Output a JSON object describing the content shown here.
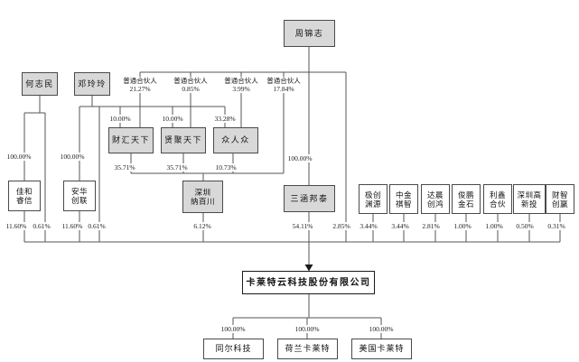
{
  "diagram": {
    "kind": "equity-structure-chart",
    "company": "卡莱特云科技股份有限公司",
    "line_color": "#555555",
    "node_fill_gray": "#d8d8d8",
    "node_fill_white": "#ffffff"
  },
  "boxes": {
    "zhou": "周锦志",
    "he": "何志民",
    "deng": "邓玲玲",
    "caihui": "财汇天下",
    "xianju": "贤聚天下",
    "zhongren": "众人众",
    "jiahe": "佳和\n睿信",
    "anhua": "安华\n创联",
    "nabaichuan": "深圳\n纳百川",
    "sanhan": "三涵邦泰",
    "jichuang": "极创\n渊源",
    "zhongjin": "中金\n祺智",
    "dachen": "达晨\n创鸿",
    "junpeng": "俊鹏\n金石",
    "lixin": "利鑫\n合伙",
    "gaoxin": "深圳高\n新投",
    "caizhi": "财智\n创赢",
    "company": "卡莱特云科技股份有限公司",
    "tonger": "同尔科技",
    "helan": "荷兰卡莱特",
    "meiguo": "美国卡莱特"
  },
  "edge_labels": {
    "gp_caihui": "普通合伙人\n21.27%",
    "gp_xianju": "普通合伙人\n0.85%",
    "gp_zhongren": "普通合伙人\n3.99%",
    "gp_nabaichuan": "普通合伙人\n17.84%",
    "deng_caihui": "10.00%",
    "deng_xianju": "10.00%",
    "deng_zhongren": "33.28%",
    "he_jiahe": "100.00%",
    "deng_anhua": "100.00%",
    "caihui_nabaichuan": "35.71%",
    "xianju_nabaichuan": "35.71%",
    "zhongren_nabaichuan": "10.73%",
    "zhou_sanhan": "100.00%",
    "jiahe_co": "11.60%",
    "he_co": "0.61%",
    "anhua_co": "11.60%",
    "deng_co": "0.61%",
    "nabaichuan_co": "6.12%",
    "sanhan_co": "54.11%",
    "zhou_co": "2.85%",
    "jichuang_co": "3.44%",
    "zhongjin_co": "3.44%",
    "dachen_co": "2.81%",
    "junpeng_co": "1.00%",
    "lixin_co": "1.00%",
    "gaoxin_co": "0.50%",
    "caizhi_co": "0.31%",
    "co_tonger": "100.00%",
    "co_helan": "100.00%",
    "co_meiguo": "100.00%"
  }
}
